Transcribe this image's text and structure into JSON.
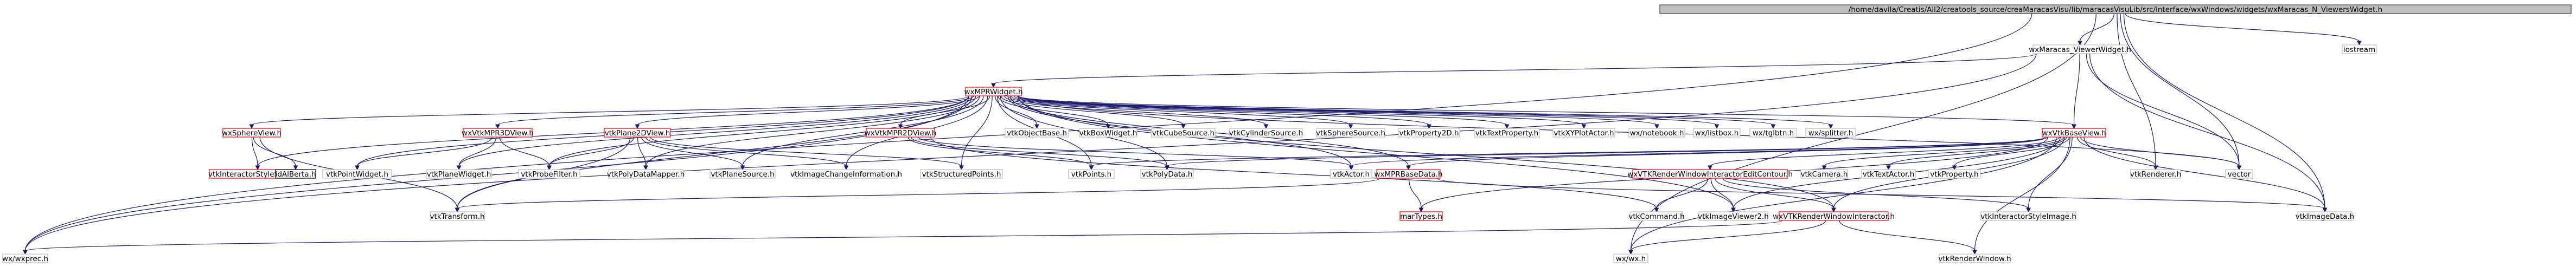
{
  "colors": {
    "edge": "#191970",
    "node_border_normal": "#bfbfbf",
    "node_border_red": "#ff0000",
    "node_border_root": "#404040",
    "node_fill_root": "#bfbfbf",
    "node_fill": "#ffffff"
  },
  "nodes": [
    {
      "id": "root",
      "label": "/home/davila/Creatis/All2/creatools_source/creaMaracasVisu/lib/maracasVisuLib/src/interface/wxWindows/widgets/wxMaracas_N_ViewersWidget.h",
      "style": "root"
    },
    {
      "id": "viewerwidget",
      "label": "wxMaracas_ViewerWidget.h",
      "style": "plain"
    },
    {
      "id": "iostream",
      "label": "iostream",
      "style": "grey"
    },
    {
      "id": "wxmpr",
      "label": "wxMPRWidget.h",
      "style": "red"
    },
    {
      "id": "wxsphereview",
      "label": "wxSphereView.h",
      "style": "red"
    },
    {
      "id": "wxvtkmpr3d",
      "label": "wxVtkMPR3DView.h",
      "style": "red"
    },
    {
      "id": "vtkplane2d",
      "label": "vtkPlane2DView.h",
      "style": "red"
    },
    {
      "id": "wxvtkmpr2d",
      "label": "wxVtkMPR2DView.h",
      "style": "red"
    },
    {
      "id": "vtkobjectbase",
      "label": "vtkObjectBase.h",
      "style": "grey"
    },
    {
      "id": "vtkboxwidget",
      "label": "vtkBoxWidget.h",
      "style": "grey"
    },
    {
      "id": "vtkcubesource",
      "label": "vtkCubeSource.h",
      "style": "grey"
    },
    {
      "id": "vtkcylindersource",
      "label": "vtkCylinderSource.h",
      "style": "grey"
    },
    {
      "id": "vtkspheresource",
      "label": "vtkSphereSource.h",
      "style": "grey"
    },
    {
      "id": "vtkproperty2d",
      "label": "vtkProperty2D.h",
      "style": "grey"
    },
    {
      "id": "vtktextproperty",
      "label": "vtkTextProperty.h",
      "style": "grey"
    },
    {
      "id": "vtkxyplotactor",
      "label": "vtkXYPlotActor.h",
      "style": "grey"
    },
    {
      "id": "wxnotebook",
      "label": "wx/notebook.h",
      "style": "grey"
    },
    {
      "id": "wxlistbox",
      "label": "wx/listbox.h",
      "style": "grey"
    },
    {
      "id": "wxtglbtn",
      "label": "wx/tglbtn.h",
      "style": "grey"
    },
    {
      "id": "wxsplitter",
      "label": "wx/splitter.h",
      "style": "grey"
    },
    {
      "id": "wxvtkbaseview",
      "label": "wxVtkBaseView.h",
      "style": "red"
    },
    {
      "id": "vtkinteractorstylesphere",
      "label": "vtkInteractorStyleSphere.h",
      "style": "red"
    },
    {
      "id": "idalberta",
      "label": "idAlBerta.h",
      "style": "black"
    },
    {
      "id": "vtkpointwidget",
      "label": "vtkPointWidget.h",
      "style": "grey"
    },
    {
      "id": "vtkplanewidget",
      "label": "vtkPlaneWidget.h",
      "style": "grey"
    },
    {
      "id": "vtkprobefilter",
      "label": "vtkProbeFilter.h",
      "style": "grey"
    },
    {
      "id": "vtkpolydatamapper",
      "label": "vtkPolyDataMapper.h",
      "style": "grey"
    },
    {
      "id": "vtkplanesource",
      "label": "vtkPlaneSource.h",
      "style": "grey"
    },
    {
      "id": "vtkimagechangeinformation",
      "label": "vtkImageChangeInformation.h",
      "style": "grey"
    },
    {
      "id": "vtkstructuredpoints",
      "label": "vtkStructuredPoints.h",
      "style": "grey"
    },
    {
      "id": "vtkpoints",
      "label": "vtkPoints.h",
      "style": "grey"
    },
    {
      "id": "vtkpolydata",
      "label": "vtkPolyData.h",
      "style": "grey"
    },
    {
      "id": "vtkactor",
      "label": "vtkActor.h",
      "style": "grey"
    },
    {
      "id": "wxmprbasedata",
      "label": "wxMPRBaseData.h",
      "style": "red"
    },
    {
      "id": "wxvtkrenderwindowinteractoreditcontour",
      "label": "wxVTKRenderWindowInteractorEditContour.h",
      "style": "red"
    },
    {
      "id": "vtkcamera",
      "label": "vtkCamera.h",
      "style": "grey"
    },
    {
      "id": "vtktextactor",
      "label": "vtkTextActor.h",
      "style": "grey"
    },
    {
      "id": "vtkproperty",
      "label": "vtkProperty.h",
      "style": "grey"
    },
    {
      "id": "vtkrenderer",
      "label": "vtkRenderer.h",
      "style": "grey"
    },
    {
      "id": "vector",
      "label": "vector",
      "style": "grey"
    },
    {
      "id": "vtkimagedata",
      "label": "vtkImageData.h",
      "style": "grey"
    },
    {
      "id": "martypes",
      "label": "marTypes.h",
      "style": "red"
    },
    {
      "id": "vtktransform",
      "label": "vtkTransform.h",
      "style": "grey"
    },
    {
      "id": "vtkcommand",
      "label": "vtkCommand.h",
      "style": "grey"
    },
    {
      "id": "vtkimageviewer2",
      "label": "vtkImageViewer2.h",
      "style": "grey"
    },
    {
      "id": "wxvtkrenderwindowinteractor",
      "label": "wxVTKRenderWindowInteractor.h",
      "style": "red"
    },
    {
      "id": "vtkinteractorstyleimage",
      "label": "vtkInteractorStyleImage.h",
      "style": "grey"
    },
    {
      "id": "wxwxprec",
      "label": "wx/wxprec.h",
      "style": "grey"
    },
    {
      "id": "wxwx",
      "label": "wx/wx.h",
      "style": "grey"
    },
    {
      "id": "vtkrenderwindow",
      "label": "vtkRenderWindow.h",
      "style": "grey"
    }
  ],
  "edges": [
    [
      "root",
      "viewerwidget"
    ],
    [
      "root",
      "iostream"
    ],
    [
      "root",
      "wxwxprec"
    ],
    [
      "root",
      "wxwx"
    ],
    [
      "root",
      "vector"
    ],
    [
      "root",
      "vtkimagedata"
    ],
    [
      "root",
      "vtkrenderer"
    ],
    [
      "viewerwidget",
      "wxmpr"
    ],
    [
      "viewerwidget",
      "wxvtkbaseview"
    ],
    [
      "viewerwidget",
      "vector"
    ],
    [
      "viewerwidget",
      "wxwxprec"
    ],
    [
      "viewerwidget",
      "vtkimagedata"
    ],
    [
      "wxmpr",
      "wxsphereview"
    ],
    [
      "wxmpr",
      "wxvtkmpr3d"
    ],
    [
      "wxmpr",
      "vtkplane2d"
    ],
    [
      "wxmpr",
      "wxvtkmpr2d"
    ],
    [
      "wxmpr",
      "vtkobjectbase"
    ],
    [
      "wxmpr",
      "vtkboxwidget"
    ],
    [
      "wxmpr",
      "vtkcubesource"
    ],
    [
      "wxmpr",
      "vtkcylindersource"
    ],
    [
      "wxmpr",
      "vtkspheresource"
    ],
    [
      "wxmpr",
      "vtkproperty2d"
    ],
    [
      "wxmpr",
      "vtktextproperty"
    ],
    [
      "wxmpr",
      "vtkxyplotactor"
    ],
    [
      "wxmpr",
      "wxnotebook"
    ],
    [
      "wxmpr",
      "wxlistbox"
    ],
    [
      "wxmpr",
      "wxtglbtn"
    ],
    [
      "wxmpr",
      "wxsplitter"
    ],
    [
      "wxmpr",
      "wxvtkbaseview"
    ],
    [
      "wxmpr",
      "vtkinteractorstylesphere"
    ],
    [
      "wxmpr",
      "vtkpointwidget"
    ],
    [
      "wxmpr",
      "vtkplanewidget"
    ],
    [
      "wxmpr",
      "vtkprobefilter"
    ],
    [
      "wxmpr",
      "vtkpolydatamapper"
    ],
    [
      "wxmpr",
      "vtkplanesource"
    ],
    [
      "wxmpr",
      "vtkimagechangeinformation"
    ],
    [
      "wxmpr",
      "vtkstructuredpoints"
    ],
    [
      "wxmpr",
      "vtkpoints"
    ],
    [
      "wxmpr",
      "vtkpolydata"
    ],
    [
      "wxmpr",
      "vtkactor"
    ],
    [
      "wxmpr",
      "wxmprbasedata"
    ],
    [
      "wxmpr",
      "vtktransform"
    ],
    [
      "wxmpr",
      "wxwxprec"
    ],
    [
      "wxmpr",
      "vector"
    ],
    [
      "wxmpr",
      "vtkimageviewer2"
    ],
    [
      "wxmpr",
      "wxvtkrenderwindowinteractor"
    ],
    [
      "wxsphereview",
      "vtkinteractorstylesphere"
    ],
    [
      "wxsphereview",
      "idalberta"
    ],
    [
      "wxsphereview",
      "vtktransform"
    ],
    [
      "wxvtkmpr3d",
      "vtkpointwidget"
    ],
    [
      "wxvtkmpr3d",
      "vtkplanewidget"
    ],
    [
      "wxvtkmpr3d",
      "vtkprobefilter"
    ],
    [
      "vtkplane2d",
      "vtkprobefilter"
    ],
    [
      "vtkplane2d",
      "vtkpolydatamapper"
    ],
    [
      "vtkplane2d",
      "vtkplanesource"
    ],
    [
      "vtkplane2d",
      "vtkimagechangeinformation"
    ],
    [
      "vtkplane2d",
      "vtkstructuredpoints"
    ],
    [
      "vtkplane2d",
      "vtktransform"
    ],
    [
      "wxvtkmpr2d",
      "vtkpoints"
    ],
    [
      "wxvtkmpr2d",
      "vtkpolydata"
    ],
    [
      "wxvtkmpr2d",
      "vtkactor"
    ],
    [
      "wxvtkmpr2d",
      "vtkcommand"
    ],
    [
      "wxvtkbaseview",
      "wxmprbasedata"
    ],
    [
      "wxvtkbaseview",
      "wxvtkrenderwindowinteractoreditcontour"
    ],
    [
      "wxvtkbaseview",
      "vtkcamera"
    ],
    [
      "wxvtkbaseview",
      "vtktextactor"
    ],
    [
      "wxvtkbaseview",
      "vtkproperty"
    ],
    [
      "wxvtkbaseview",
      "vtkrenderer"
    ],
    [
      "wxvtkbaseview",
      "vector"
    ],
    [
      "wxvtkbaseview",
      "vtkimagedata"
    ],
    [
      "wxvtkbaseview",
      "vtkactor"
    ],
    [
      "wxvtkbaseview",
      "vtkpolydata"
    ],
    [
      "wxvtkbaseview",
      "vtkimageviewer2"
    ],
    [
      "wxvtkbaseview",
      "vtkinteractorstyleimage"
    ],
    [
      "wxvtkbaseview",
      "vtkrenderwindow"
    ],
    [
      "wxvtkbaseview",
      "wxwx"
    ],
    [
      "wxvtkbaseview",
      "martypes"
    ],
    [
      "wxvtkbaseview",
      "vtkpoints"
    ],
    [
      "wxvtkbaseview",
      "wxvtkrenderwindowinteractor"
    ],
    [
      "wxmprbasedata",
      "martypes"
    ],
    [
      "wxmprbasedata",
      "vtktransform"
    ],
    [
      "wxmprbasedata",
      "vtkimagedata"
    ],
    [
      "wxvtkrenderwindowinteractoreditcontour",
      "vtkcommand"
    ],
    [
      "wxvtkrenderwindowinteractoreditcontour",
      "vtkimageviewer2"
    ],
    [
      "wxvtkrenderwindowinteractoreditcontour",
      "wxvtkrenderwindowinteractor"
    ],
    [
      "wxvtkrenderwindowinteractoreditcontour",
      "vtkinteractorstyleimage"
    ],
    [
      "wxvtkrenderwindowinteractor",
      "wxwx"
    ],
    [
      "wxvtkrenderwindowinteractor",
      "vtkrenderwindow"
    ],
    [
      "wxvtkrenderwindowinteractor",
      "wxwxprec"
    ]
  ]
}
